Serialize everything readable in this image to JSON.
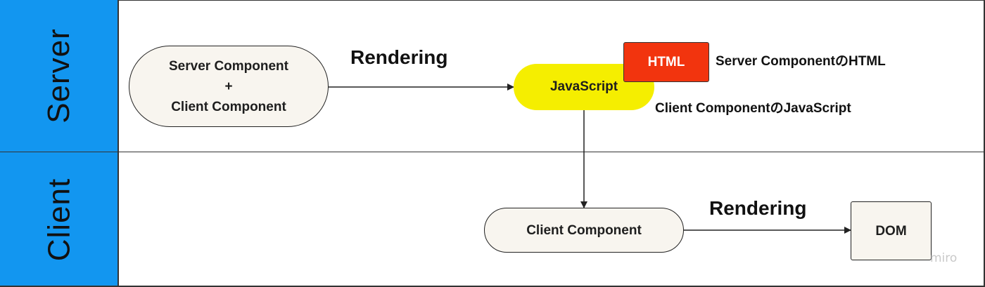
{
  "lanes": {
    "server": "Server",
    "client": "Client"
  },
  "nodes": {
    "server_client_component": {
      "line1": "Server Component",
      "line2": "+",
      "line3": "Client Component"
    },
    "javascript": "JavaScript",
    "html": "HTML",
    "client_component": "Client Component",
    "dom": "DOM"
  },
  "labels": {
    "rendering_server": "Rendering",
    "rendering_client": "Rendering",
    "html_note": "Server ComponentのHTML",
    "js_note": "Client ComponentのJavaScript"
  },
  "watermark": "miro",
  "colors": {
    "lane_header": "#1296f0",
    "javascript_fill": "#f5ee00",
    "html_fill": "#f2340e",
    "node_fill": "#f8f5ef"
  }
}
